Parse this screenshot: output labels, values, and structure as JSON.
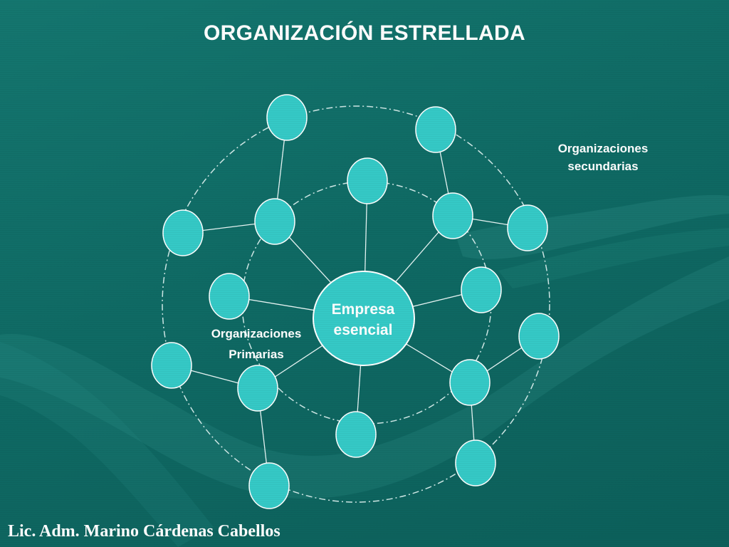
{
  "slide": {
    "title": "ORGANIZACIÓN ESTRELLADA",
    "footer": "Lic. Adm. Marino Cárdenas Cabellos"
  },
  "diagram": {
    "core": {
      "line1": "Empresa",
      "line2": "esencial"
    },
    "secondary_label": {
      "line1": "Organizaciones",
      "line2": "secundarias"
    },
    "primary_label": {
      "line1": "Organizaciones",
      "line2": "Primarias"
    }
  },
  "colors": {
    "background": "#116e68",
    "node_fill": "#35c9c6",
    "node_stroke": "#ffffff",
    "text": "#ffffff"
  }
}
